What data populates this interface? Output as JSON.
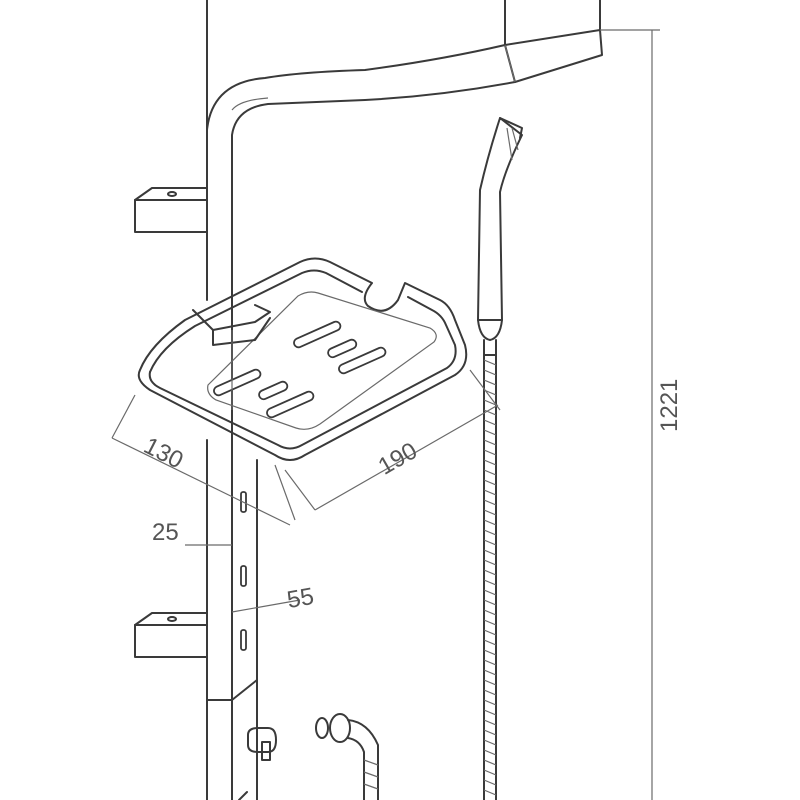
{
  "dimensions": {
    "tray_depth": "130",
    "tray_width": "190",
    "rail_width": "25",
    "rail_offset": "55",
    "total_height": "1221"
  },
  "colors": {
    "stroke": "#3a3a3a",
    "dimension_text": "#555555",
    "background": "#ffffff"
  }
}
